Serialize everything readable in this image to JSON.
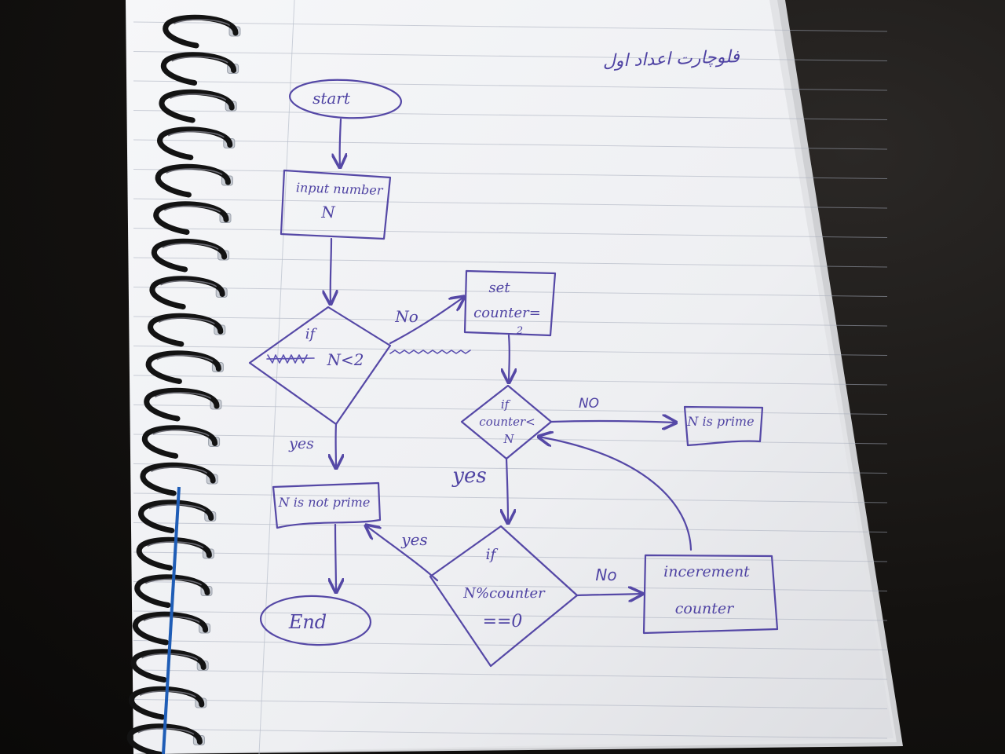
{
  "notebook": {
    "title_fa": "فلوچارت اعداد اول"
  },
  "flowchart": {
    "start": "start",
    "input_line1": "input number",
    "input_line2": "N",
    "decision1_line1": "if",
    "decision1_line2": "N<2",
    "label_no_1": "No",
    "set_line1": "set",
    "set_line2": "counter=",
    "set_line3": "2",
    "decision2_line1": "if",
    "decision2_line2": "counter<",
    "decision2_line3": "N",
    "label_no_2": "NO",
    "n_is_prime": "N is prime",
    "label_yes_1": "yes",
    "label_yes_2": "yes",
    "n_is_not_prime": "N is not prime",
    "label_yes_3": "yes",
    "decision3_line1": "if",
    "decision3_line2": "N%counter",
    "decision3_line3": "==0",
    "label_no_3": "No",
    "increment_line1": "incerement",
    "increment_line2": "counter",
    "end": "End"
  },
  "colors": {
    "ink": "#5548a6",
    "paper": "#f3f4f6",
    "spiral": "#131313",
    "background": "#141210"
  }
}
